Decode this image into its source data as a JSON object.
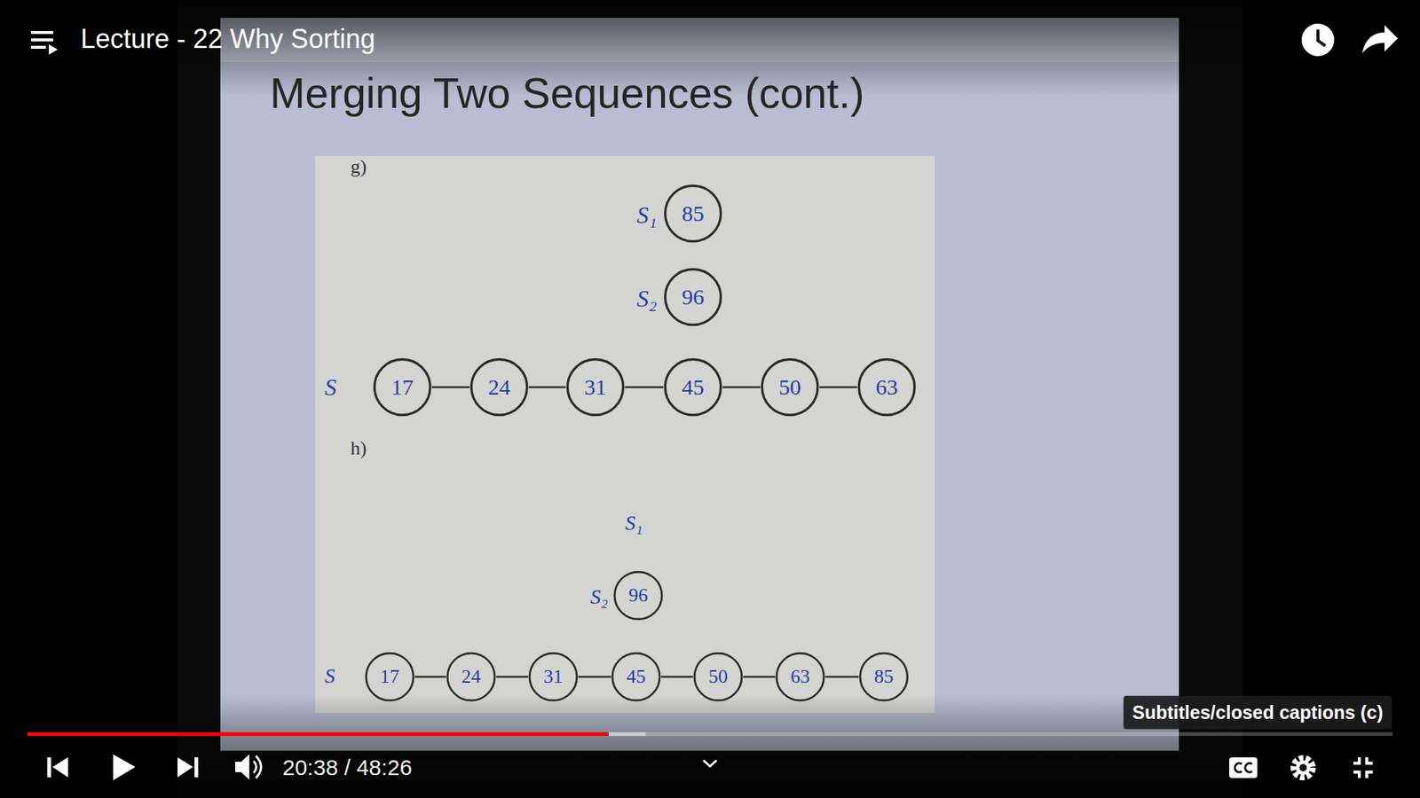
{
  "diagram": {
    "title": "Merging Two Sequences (cont.)",
    "nodes": [
      {
        "text": [
          "85"
        ]
      },
      {
        "text": [
          "96"
        ]
      },
      {
        "text": [
          "17"
        ]
      },
      {
        "text": [
          "24"
        ]
      },
      {
        "text": [
          "31"
        ]
      },
      {
        "text": [
          "45"
        ]
      },
      {
        "text": [
          "50"
        ]
      },
      {
        "text": [
          "63"
        ]
      },
      {
        "text": [
          "96"
        ]
      },
      {
        "text": [
          "17"
        ]
      },
      {
        "text": [
          "24"
        ]
      },
      {
        "text": [
          "31"
        ]
      },
      {
        "text": [
          "45"
        ]
      },
      {
        "text": [
          "50"
        ]
      },
      {
        "text": [
          "63"
        ]
      },
      {
        "text": [
          "85"
        ]
      }
    ],
    "edges": [
      {
        "from": 2,
        "to": 3,
        "arrow": "none"
      },
      {
        "from": 3,
        "to": 4,
        "arrow": "none"
      },
      {
        "from": 4,
        "to": 5,
        "arrow": "none"
      },
      {
        "from": 5,
        "to": 6,
        "arrow": "none"
      },
      {
        "from": 6,
        "to": 7,
        "arrow": "none"
      },
      {
        "from": 9,
        "to": 10,
        "arrow": "none"
      },
      {
        "from": 10,
        "to": 11,
        "arrow": "none"
      },
      {
        "from": 11,
        "to": 12,
        "arrow": "none"
      },
      {
        "from": 12,
        "to": 13,
        "arrow": "none"
      },
      {
        "from": 13,
        "to": 14,
        "arrow": "none"
      },
      {
        "from": 14,
        "to": 15,
        "arrow": "none"
      }
    ],
    "labels": [
      "Lecture - 22 Why Sorting",
      "g)",
      "S₁",
      "S₂",
      "S",
      "h)",
      "S₁",
      "S₂",
      "S",
      "20:38 / 48:26",
      "Subtitles/closed captions (c)"
    ]
  }
}
